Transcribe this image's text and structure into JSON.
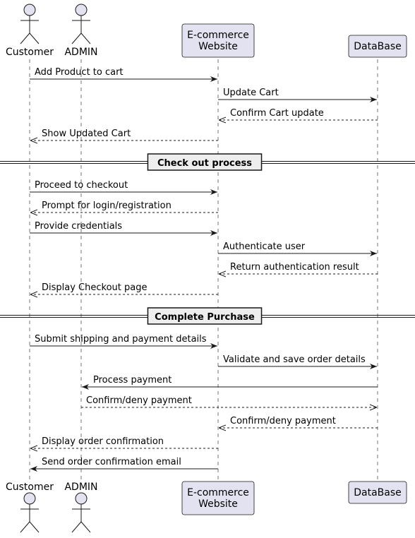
{
  "diagram": {
    "type": "sequence",
    "participants": [
      {
        "id": "customer",
        "kind": "actor",
        "label_lines": [
          "Customer"
        ]
      },
      {
        "id": "admin",
        "kind": "actor",
        "label_lines": [
          "ADMIN"
        ]
      },
      {
        "id": "web",
        "kind": "box",
        "label_lines": [
          "E-commerce",
          "Website"
        ]
      },
      {
        "id": "db",
        "kind": "box",
        "label_lines": [
          "DataBase"
        ]
      }
    ],
    "events": [
      {
        "type": "msg",
        "from": "customer",
        "to": "web",
        "style": "solid",
        "text": "Add Product to cart"
      },
      {
        "type": "msg",
        "from": "web",
        "to": "db",
        "style": "solid",
        "text": "Update Cart"
      },
      {
        "type": "msg",
        "from": "db",
        "to": "web",
        "style": "dashed",
        "text": "Confirm Cart update"
      },
      {
        "type": "msg",
        "from": "web",
        "to": "customer",
        "style": "dashed",
        "text": "Show Updated Cart"
      },
      {
        "type": "divider",
        "text": "Check out process"
      },
      {
        "type": "msg",
        "from": "customer",
        "to": "web",
        "style": "solid",
        "text": "Proceed to checkout"
      },
      {
        "type": "msg",
        "from": "web",
        "to": "customer",
        "style": "dashed",
        "text": "Prompt for login/registration"
      },
      {
        "type": "msg",
        "from": "customer",
        "to": "web",
        "style": "solid",
        "text": "Provide credentials"
      },
      {
        "type": "msg",
        "from": "web",
        "to": "db",
        "style": "solid",
        "text": "Authenticate user"
      },
      {
        "type": "msg",
        "from": "db",
        "to": "web",
        "style": "dashed",
        "text": "Return authentication result"
      },
      {
        "type": "msg",
        "from": "web",
        "to": "customer",
        "style": "dashed",
        "text": "Display Checkout page"
      },
      {
        "type": "divider",
        "text": "Complete Purchase"
      },
      {
        "type": "msg",
        "from": "customer",
        "to": "web",
        "style": "solid",
        "text": "Submit shipping and payment details"
      },
      {
        "type": "msg",
        "from": "web",
        "to": "db",
        "style": "solid",
        "text": "Validate and save order details"
      },
      {
        "type": "msg",
        "from": "db",
        "to": "admin",
        "style": "solid",
        "text": "Process payment"
      },
      {
        "type": "msg",
        "from": "admin",
        "to": "db",
        "style": "dashed",
        "text": "Confirm/deny payment"
      },
      {
        "type": "msg",
        "from": "db",
        "to": "web",
        "style": "dashed",
        "text": "Confirm/deny payment"
      },
      {
        "type": "msg",
        "from": "web",
        "to": "customer",
        "style": "dashed",
        "text": "Display order confirmation"
      },
      {
        "type": "msg",
        "from": "web",
        "to": "customer",
        "style": "solid",
        "text": "Send order confirmation email"
      }
    ],
    "colors": {
      "participant_fill": "#e2e2f0",
      "participant_stroke": "#181818",
      "lifeline": "#181818",
      "arrow": "#181818",
      "text": "#000000",
      "divider_box_fill": "#eeeeee"
    }
  }
}
